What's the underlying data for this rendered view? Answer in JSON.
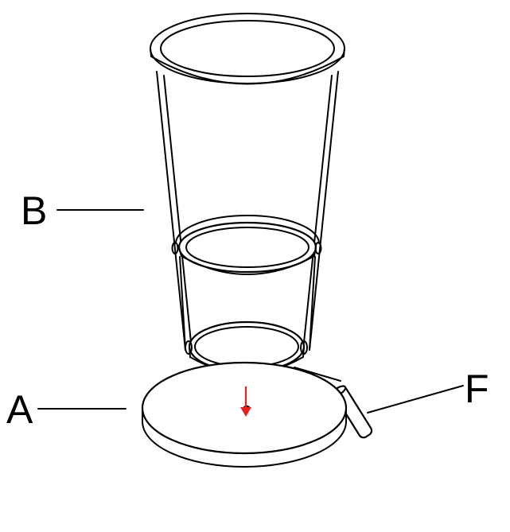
{
  "labels": {
    "a": "A",
    "b": "B",
    "f": "F"
  },
  "colors": {
    "line": "#000000",
    "arrow": "#e8201c",
    "background": "#ffffff"
  }
}
